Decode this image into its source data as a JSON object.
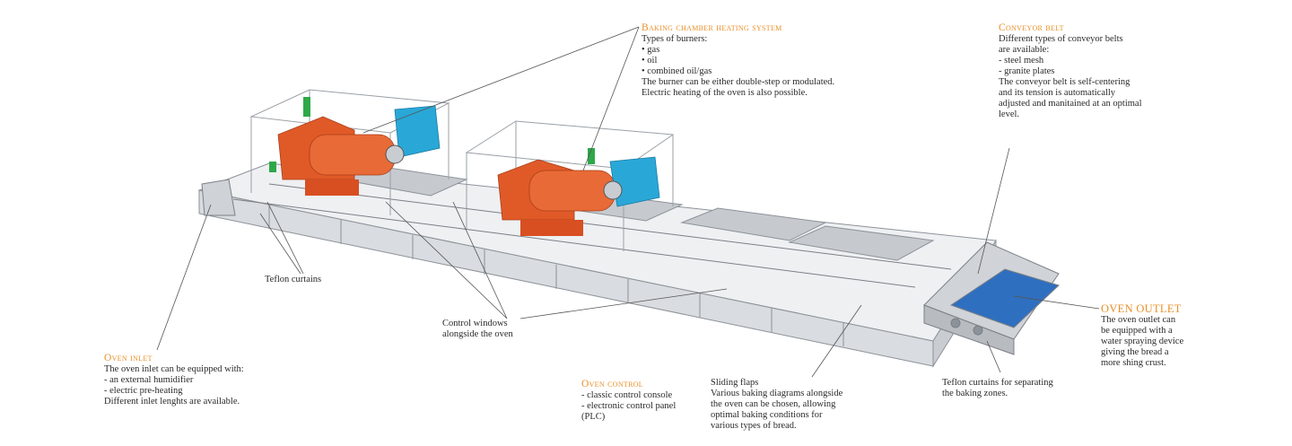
{
  "colors": {
    "heading": "#e8902a",
    "burner": "#e05a28",
    "blower": "#29a8d8",
    "belt": "#2f6fc0",
    "pipe": "#2fa84a",
    "frame": "#9aa0a6"
  },
  "annotations": {
    "heating": {
      "title": "Baking chamber heating system",
      "lines": [
        "Types of burners:",
        "• gas",
        "• oil",
        "• combined oil/gas",
        "The burner can be either double-step or modulated.",
        "Electric heating of the oven is also possible."
      ]
    },
    "conveyor": {
      "title": "Conveyor belt",
      "lines": [
        "Different types of conveyor belts",
        "are available:",
        "- steel mesh",
        "- granite plates",
        "The conveyor belt is self-centering",
        "and its tension is automatically",
        "adjusted and manitained at an optimal",
        "level."
      ]
    },
    "teflon": {
      "lines": [
        "Teflon curtains"
      ]
    },
    "windows": {
      "lines": [
        "Control windows",
        "alongside the oven"
      ]
    },
    "outlet": {
      "title": "OVEN OUTLET",
      "lines": [
        "The oven outlet can",
        "be equipped with a",
        "water spraying device",
        "giving the bread a",
        "more shing crust."
      ]
    },
    "inlet": {
      "title": "Oven inlet",
      "lines": [
        "The oven inlet can be equipped with:",
        "- an external humidifier",
        "- electric pre-heating",
        "Different inlet lenghts are available."
      ]
    },
    "control": {
      "title": "Oven control",
      "lines": [
        "- classic control console",
        "- electronic control panel",
        "(PLC)"
      ]
    },
    "flaps": {
      "lines": [
        "Sliding flaps",
        "Various baking diagrams alongside",
        "the oven can be chosen, allowing",
        "optimal baking conditions for",
        "various types of bread."
      ]
    },
    "teflon_sep": {
      "lines": [
        "Teflon curtains for separating",
        "the baking zones."
      ]
    }
  }
}
